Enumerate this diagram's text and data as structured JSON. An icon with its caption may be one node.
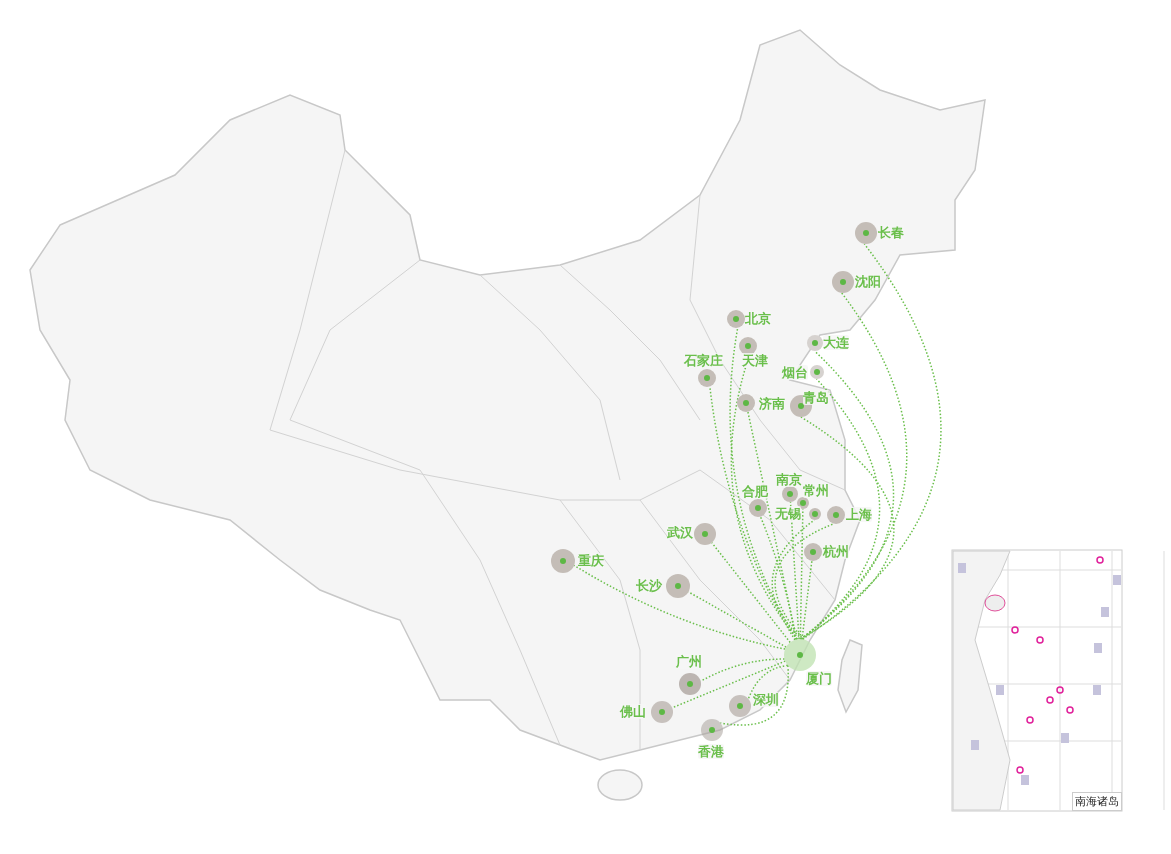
{
  "diagram": {
    "nodes": [
      {
        "text": [
          "厦门"
        ]
      },
      {
        "text": [
          "长春"
        ]
      },
      {
        "text": [
          "沈阳"
        ]
      },
      {
        "text": [
          "北京"
        ]
      },
      {
        "text": [
          "天津"
        ]
      },
      {
        "text": [
          "大连"
        ]
      },
      {
        "text": [
          "石家庄"
        ]
      },
      {
        "text": [
          "烟台"
        ]
      },
      {
        "text": [
          "济南"
        ]
      },
      {
        "text": [
          "青岛"
        ]
      },
      {
        "text": [
          "南京"
        ]
      },
      {
        "text": [
          "常州"
        ]
      },
      {
        "text": [
          "合肥"
        ]
      },
      {
        "text": [
          "无锡"
        ]
      },
      {
        "text": [
          "上海"
        ]
      },
      {
        "text": [
          "武汉"
        ]
      },
      {
        "text": [
          "杭州"
        ]
      },
      {
        "text": [
          "重庆"
        ]
      },
      {
        "text": [
          "长沙"
        ]
      },
      {
        "text": [
          "广州"
        ]
      },
      {
        "text": [
          "佛山"
        ]
      },
      {
        "text": [
          "深圳"
        ]
      },
      {
        "text": [
          "香港"
        ]
      }
    ],
    "edges": [
      {
        "from": 0,
        "to": 1,
        "arrow": "none"
      },
      {
        "from": 0,
        "to": 2,
        "arrow": "none"
      },
      {
        "from": 0,
        "to": 3,
        "arrow": "none"
      },
      {
        "from": 0,
        "to": 4,
        "arrow": "none"
      },
      {
        "from": 0,
        "to": 5,
        "arrow": "none"
      },
      {
        "from": 0,
        "to": 6,
        "arrow": "none"
      },
      {
        "from": 0,
        "to": 7,
        "arrow": "none"
      },
      {
        "from": 0,
        "to": 8,
        "arrow": "none"
      },
      {
        "from": 0,
        "to": 9,
        "arrow": "none"
      },
      {
        "from": 0,
        "to": 10,
        "arrow": "none"
      },
      {
        "from": 0,
        "to": 11,
        "arrow": "none"
      },
      {
        "from": 0,
        "to": 12,
        "arrow": "none"
      },
      {
        "from": 0,
        "to": 13,
        "arrow": "none"
      },
      {
        "from": 0,
        "to": 14,
        "arrow": "none"
      },
      {
        "from": 0,
        "to": 15,
        "arrow": "none"
      },
      {
        "from": 0,
        "to": 16,
        "arrow": "none"
      },
      {
        "from": 0,
        "to": 17,
        "arrow": "none"
      },
      {
        "from": 0,
        "to": 18,
        "arrow": "none"
      },
      {
        "from": 0,
        "to": 19,
        "arrow": "none"
      },
      {
        "from": 0,
        "to": 20,
        "arrow": "none"
      },
      {
        "from": 0,
        "to": 21,
        "arrow": "none"
      },
      {
        "from": 0,
        "to": 22,
        "arrow": "none"
      }
    ],
    "labels": [
      "南海诸岛"
    ]
  }
}
